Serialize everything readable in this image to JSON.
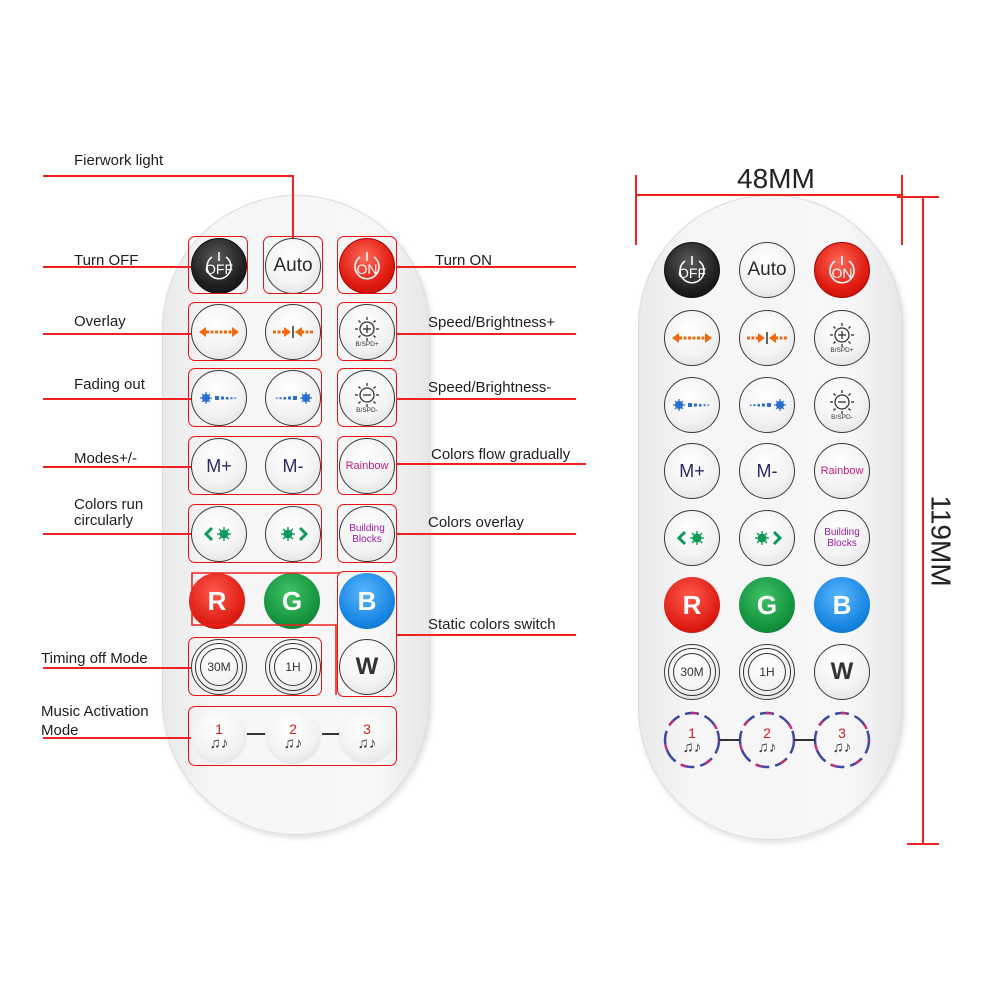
{
  "callouts": {
    "firework": "Fierwork light",
    "turn_off": "Turn OFF",
    "turn_on": "Turn ON",
    "overlay": "Overlay",
    "speed_plus": "Speed/Brightness+",
    "fading": "Fading out",
    "speed_minus": "Speed/Brightness-",
    "modes": "Modes+/-",
    "colors_flow": "Colors flow gradually",
    "colors_run": "Colors run circularly",
    "colors_overlay": "Colors overlay",
    "static_colors": "Static colors  switch",
    "timing": "Timing off Mode",
    "music": "Music Activation Mode"
  },
  "buttons": {
    "off": "OFF",
    "auto": "Auto",
    "on": "ON",
    "spd_plus": "B/SPD+",
    "spd_minus": "B/SPD-",
    "m_plus": "M+",
    "m_minus": "M-",
    "rainbow": "Rainbow",
    "building": "Building Blocks",
    "r": "R",
    "g": "G",
    "b": "B",
    "w": "W",
    "t30": "30M",
    "t1h": "1H",
    "music1": "1",
    "music2": "2",
    "music3": "3"
  },
  "dimensions": {
    "width": "48MM",
    "height": "119MM"
  },
  "colors": {
    "callout_red": "#e22222",
    "off_black": "#111111",
    "on_red": "#e01b10",
    "r": "#dd1c12",
    "g": "#13913d",
    "b": "#1584e0",
    "arrow_orange": "#f26a10",
    "dot_blue": "#2a6fd0",
    "arrow_green": "#0e9a5a"
  }
}
